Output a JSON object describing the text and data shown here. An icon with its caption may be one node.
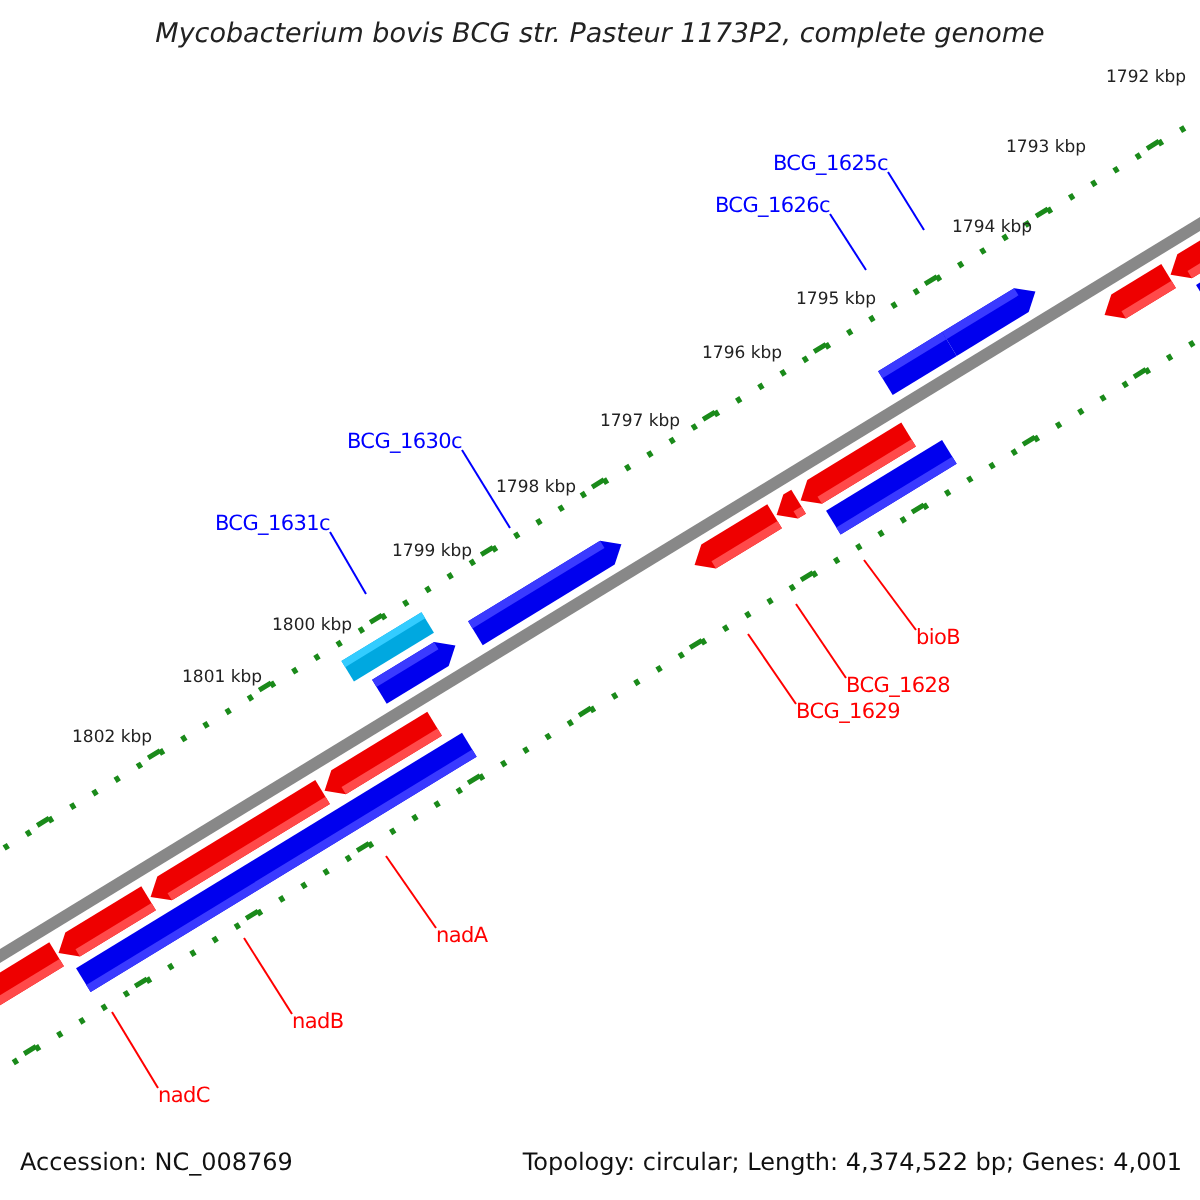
{
  "diagram": {
    "title": "Mycobacterium bovis BCG str. Pasteur 1173P2, complete genome",
    "nodes": [
      {
        "text": [
          "BCG_1625c"
        ]
      },
      {
        "text": [
          "BCG_1626c"
        ]
      },
      {
        "text": [
          "BCG_1630c"
        ]
      },
      {
        "text": [
          "BCG_1631c"
        ]
      },
      {
        "text": [
          "bioB"
        ]
      },
      {
        "text": [
          "BCG_1628"
        ]
      },
      {
        "text": [
          "BCG_1629"
        ]
      },
      {
        "text": [
          "nadA"
        ]
      },
      {
        "text": [
          "nadB"
        ]
      },
      {
        "text": [
          "nadC"
        ]
      }
    ],
    "edges": [
      {
        "from": 0,
        "to": null,
        "arrow": "none",
        "color": "#0000ff"
      },
      {
        "from": 1,
        "to": null,
        "arrow": "none",
        "color": "#0000ff"
      },
      {
        "from": 2,
        "to": null,
        "arrow": "none",
        "color": "#0000ff"
      },
      {
        "from": 3,
        "to": null,
        "arrow": "none",
        "color": "#0000ff"
      },
      {
        "from": 4,
        "to": null,
        "arrow": "none"
      },
      {
        "from": 5,
        "to": null,
        "arrow": "none"
      },
      {
        "from": 6,
        "to": null,
        "arrow": "none"
      },
      {
        "from": 7,
        "to": null,
        "arrow": "none"
      },
      {
        "from": 8,
        "to": null,
        "arrow": "none"
      },
      {
        "from": 9,
        "to": null,
        "arrow": "none"
      }
    ],
    "labels": [
      "1792 kbp",
      "1793 kbp",
      "1794 kbp",
      "1795 kbp",
      "1796 kbp",
      "1797 kbp",
      "1798 kbp",
      "1799 kbp",
      "1800 kbp",
      "1801 kbp",
      "1802 kbp",
      "Accession: NC_008769",
      "Topology: circular; Length: 4,374,522 bp; Genes: 4,001"
    ]
  }
}
